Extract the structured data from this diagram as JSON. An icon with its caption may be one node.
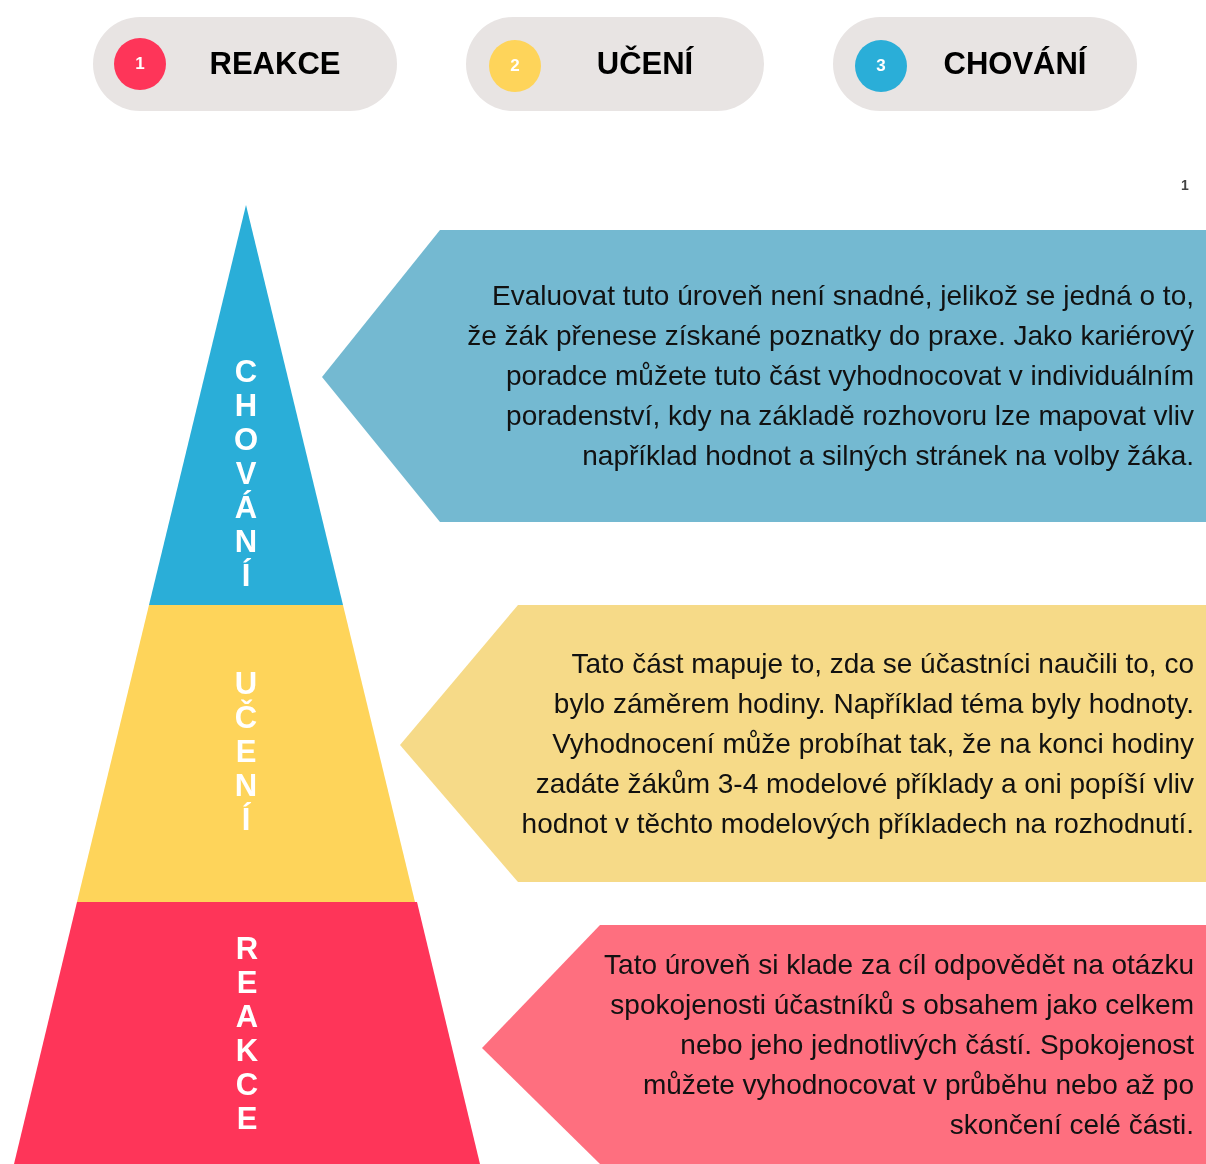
{
  "diagram": {
    "nodes": [
      {
        "text": [
          "REAKCE"
        ]
      },
      {
        "text": [
          "1"
        ],
        "in": 0
      },
      {
        "text": [
          "UČENÍ"
        ]
      },
      {
        "text": [
          "2"
        ],
        "in": 2
      },
      {
        "text": [
          "CHOVÁNÍ"
        ]
      },
      {
        "text": [
          "3"
        ],
        "in": 4
      },
      {
        "text": [
          "CHOVÁNÍ"
        ]
      },
      {
        "text": [
          "UČENÍ"
        ]
      },
      {
        "text": [
          "REAKCE"
        ]
      },
      {
        "text": [
          "Evaluovat tuto úroveň není snadné, jelikož se jedná o to, že žák přenese získané poznatky do praxe. Jako kariérový poradce můžete tuto část vyhodnocovat v individuálním poradenství, kdy na základě rozhovoru lze mapovat vliv například hodnot a silných stránek na volby žáka."
        ]
      },
      {
        "text": [
          "Tato část mapuje to, zda se účastníci naučili to, co bylo záměrem hodiny. Například téma byly hodnoty. Vyhodnocení může probíhat tak, že na konci hodiny zadáte žákům 3-4 modelové příklady a oni popíší vliv hodnot v těchto modelových příkladech na rozhodnutí."
        ]
      },
      {
        "text": [
          "Tato úroveň si klade za cíl odpovědět na otázku spokojenosti účastníků s obsahem jako celkem nebo jeho jednotlivých částí. Spokojenost můžete vyhodnocovat v průběhu nebo až po skončení celé části."
        ]
      }
    ],
    "labels": [
      "1"
    ]
  }
}
